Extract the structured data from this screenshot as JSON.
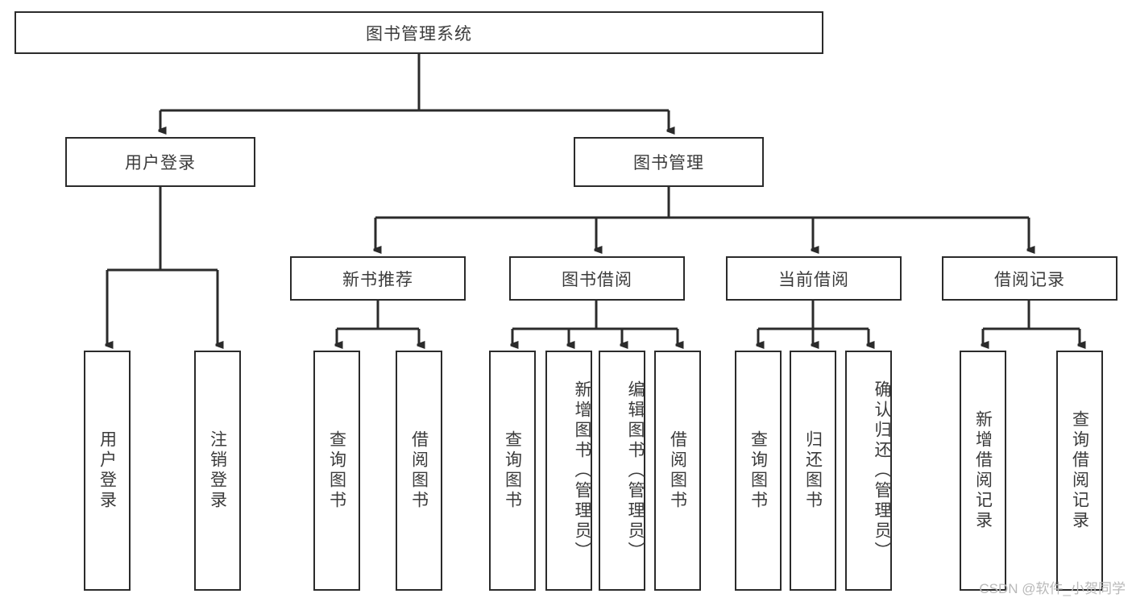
{
  "diagram": {
    "title": "图书管理系统",
    "type": "tree",
    "root": {
      "label": "图书管理系统"
    },
    "level1": [
      {
        "label": "用户登录"
      },
      {
        "label": "图书管理"
      }
    ],
    "level2": [
      {
        "label": "新书推荐"
      },
      {
        "label": "图书借阅"
      },
      {
        "label": "当前借阅"
      },
      {
        "label": "借阅记录"
      }
    ],
    "leaves": {
      "user_login": [
        {
          "label": "用户登录"
        },
        {
          "label": "注销登录"
        }
      ],
      "new_book_recommend": [
        {
          "label": "查询图书"
        },
        {
          "label": "借阅图书"
        }
      ],
      "book_borrow": [
        {
          "label": "查询图书"
        },
        {
          "label": "新增图书（管理员）"
        },
        {
          "label": "编辑图书（管理员）"
        },
        {
          "label": "借阅图书"
        }
      ],
      "current_borrow": [
        {
          "label": "查询图书"
        },
        {
          "label": "归还图书"
        },
        {
          "label": "确认归还（管理员）"
        }
      ],
      "borrow_record": [
        {
          "label": "新增借阅记录"
        },
        {
          "label": "查询借阅记录"
        }
      ]
    }
  },
  "watermark": {
    "text": "CSDN @软件_小贺同学"
  },
  "colors": {
    "stroke": "#2b2b2b",
    "text": "#3b3b3b",
    "background": "#ffffff",
    "watermark": "#b9b9b9"
  }
}
